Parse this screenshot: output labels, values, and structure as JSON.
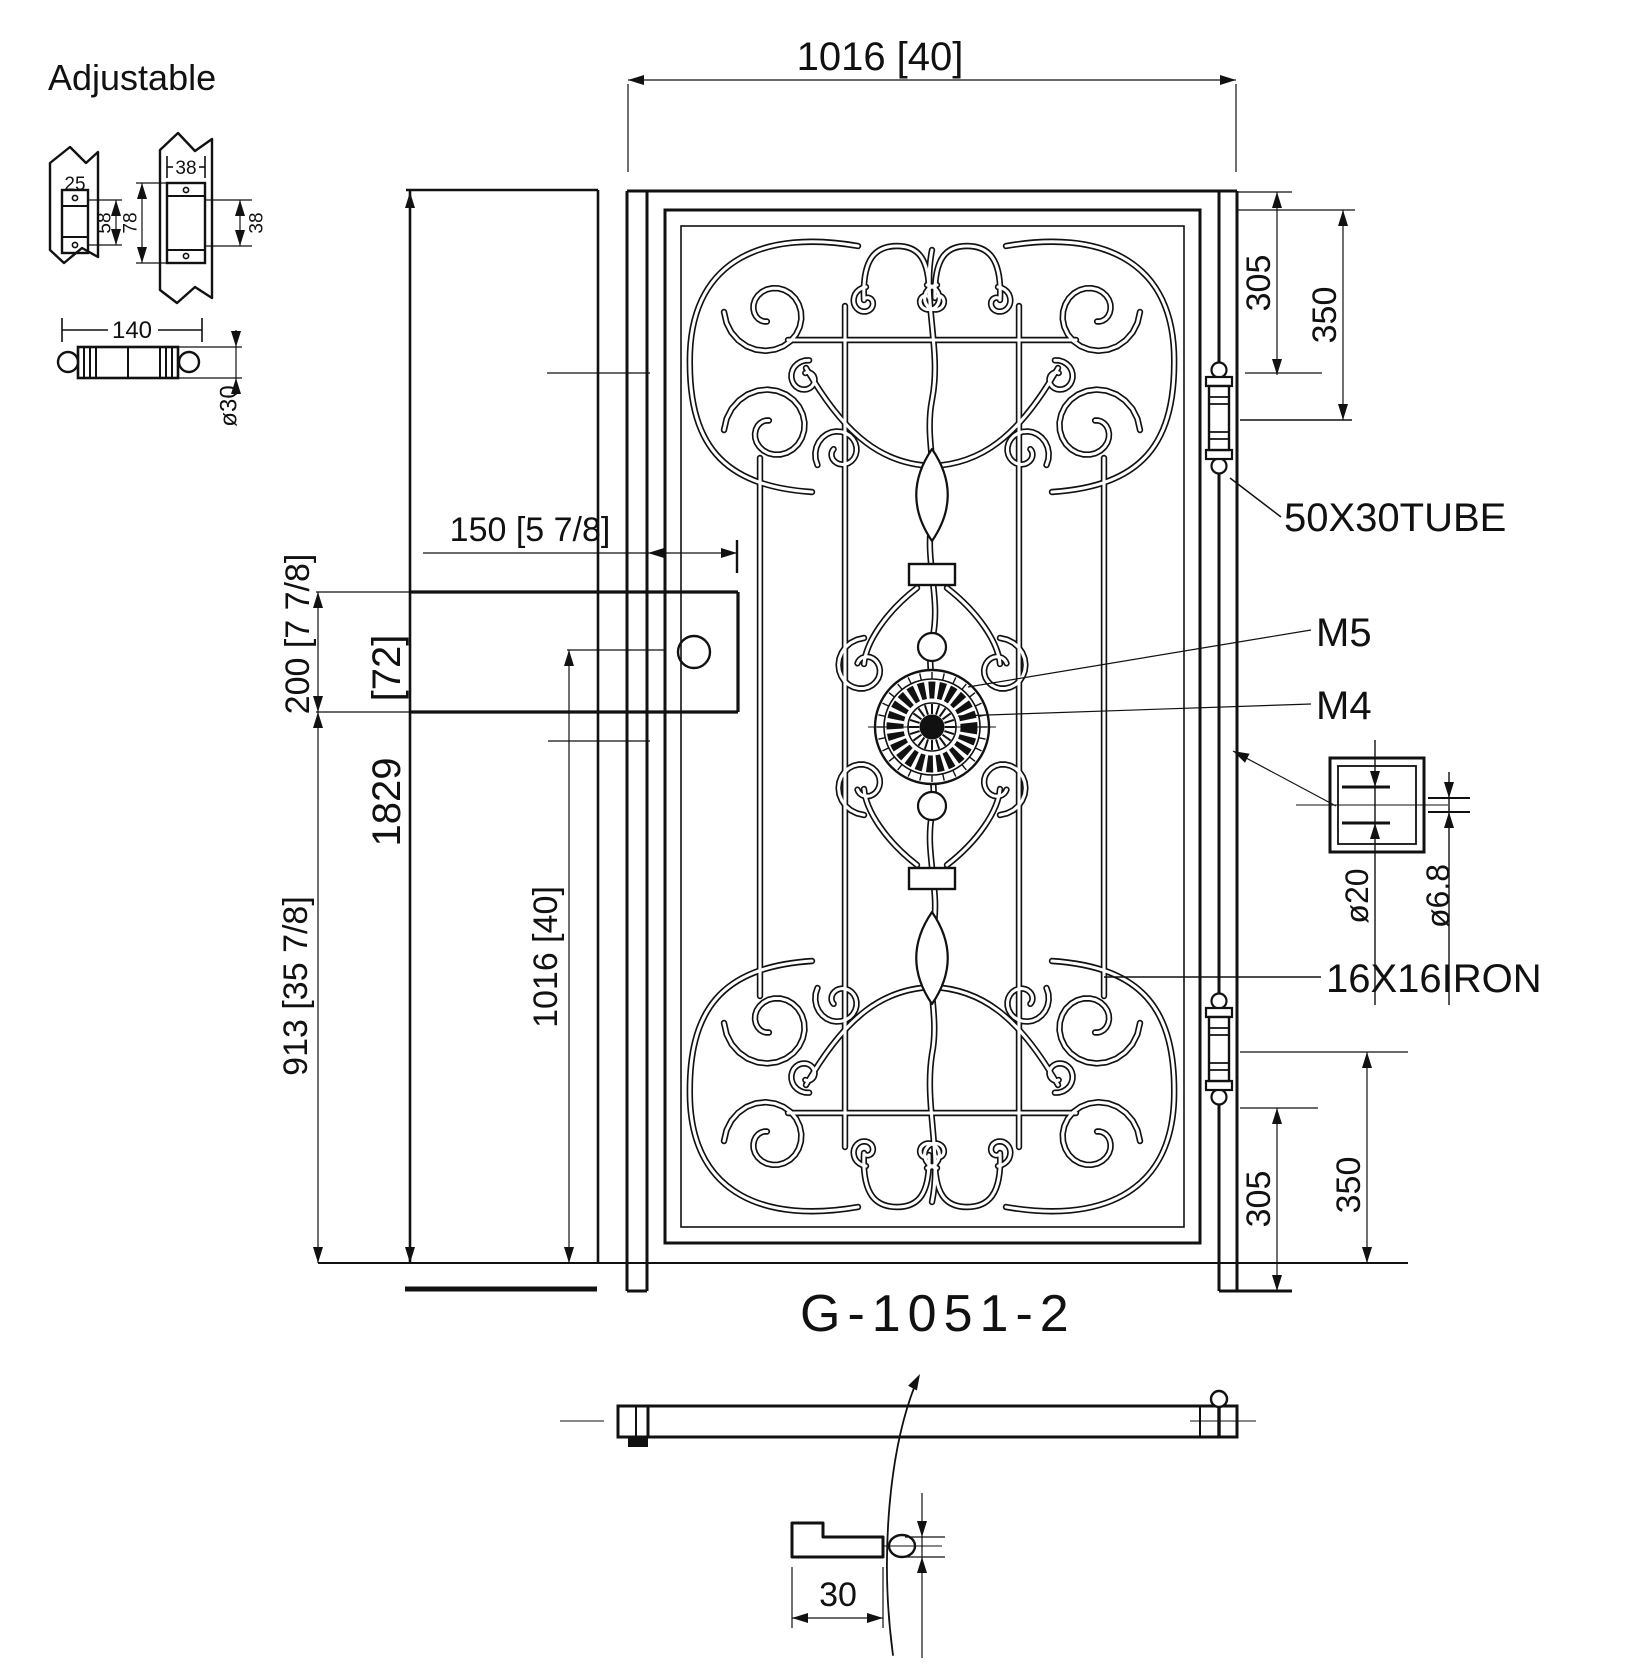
{
  "title": "G-1051-2",
  "hinge_detail": {
    "heading": "Adjustable",
    "plate_a_width": "25",
    "plate_a_hole_spacing": "58",
    "plate_b_width": "38",
    "plate_b_height": "78",
    "plate_b_hole_spacing": "38",
    "barrel_length": "140",
    "barrel_diameter": "ø30"
  },
  "dims": {
    "gate_width": "1016 [40]",
    "lock_offset": "150 [5 7/8]",
    "lock_box_height": "200 [7 7/8]",
    "gate_height_inches": "[72]",
    "gate_height": "1829",
    "lock_to_bottom": "913 [35 7/8]",
    "lock_center_to_bottom": "1016 [40]",
    "hinge_top": "305",
    "hinge_top_pin": "350",
    "hinge_bottom": "305",
    "hinge_bottom_pin": "350",
    "handle_width": "30"
  },
  "callouts": {
    "frame_tube": "50X30TUBE",
    "upper_screw": "M5",
    "lower_screw": "M4",
    "grille_bar": "16X16IRON",
    "sleeve_dia": "ø20",
    "hole_dia": "ø6.8"
  }
}
